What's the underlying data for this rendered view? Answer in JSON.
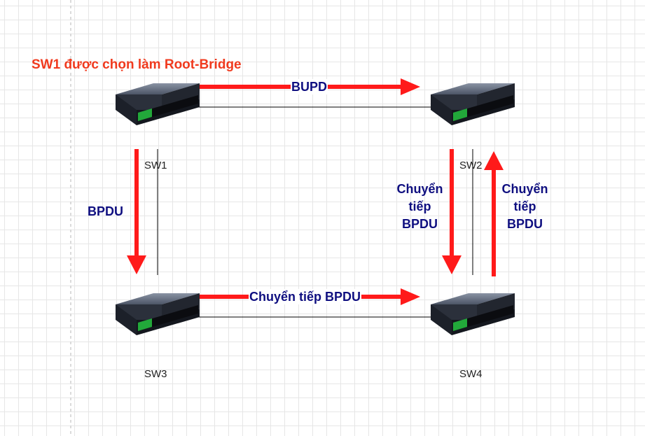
{
  "diagram": {
    "title": "SW1 được chọn làm Root-Bridge",
    "switches": [
      {
        "id": "sw1",
        "label": "SW1"
      },
      {
        "id": "sw2",
        "label": "SW2"
      },
      {
        "id": "sw3",
        "label": "SW3"
      },
      {
        "id": "sw4",
        "label": "SW4"
      }
    ],
    "arrows": {
      "sw1_sw2": "BUPD",
      "sw1_sw3": "BPDU",
      "sw3_sw4": "Chuyển tiếp BPDU",
      "sw2_sw4_down": [
        "Chuyển",
        "tiếp",
        "BPDU"
      ],
      "sw4_sw2_up": [
        "Chuyển",
        "tiếp",
        "BPDU"
      ]
    },
    "colors": {
      "arrow": "#ff1a1a",
      "label": "#0f0f80",
      "title": "#f03a1e",
      "link": "#000000"
    }
  }
}
